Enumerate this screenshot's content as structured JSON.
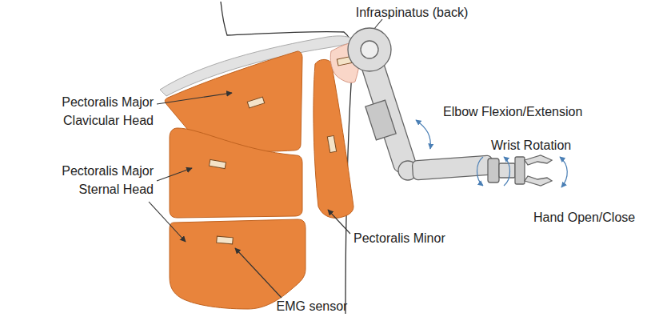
{
  "diagram": {
    "labels": [
      "Infraspinatus (back)",
      "Pectoralis Major Clavicular Head",
      "Pectoralis Major Sternal Head",
      "Pectoralis Minor",
      "EMG sensor",
      "Elbow Flexion/Extension",
      "Wrist Rotation",
      "Hand Open/Close"
    ]
  }
}
